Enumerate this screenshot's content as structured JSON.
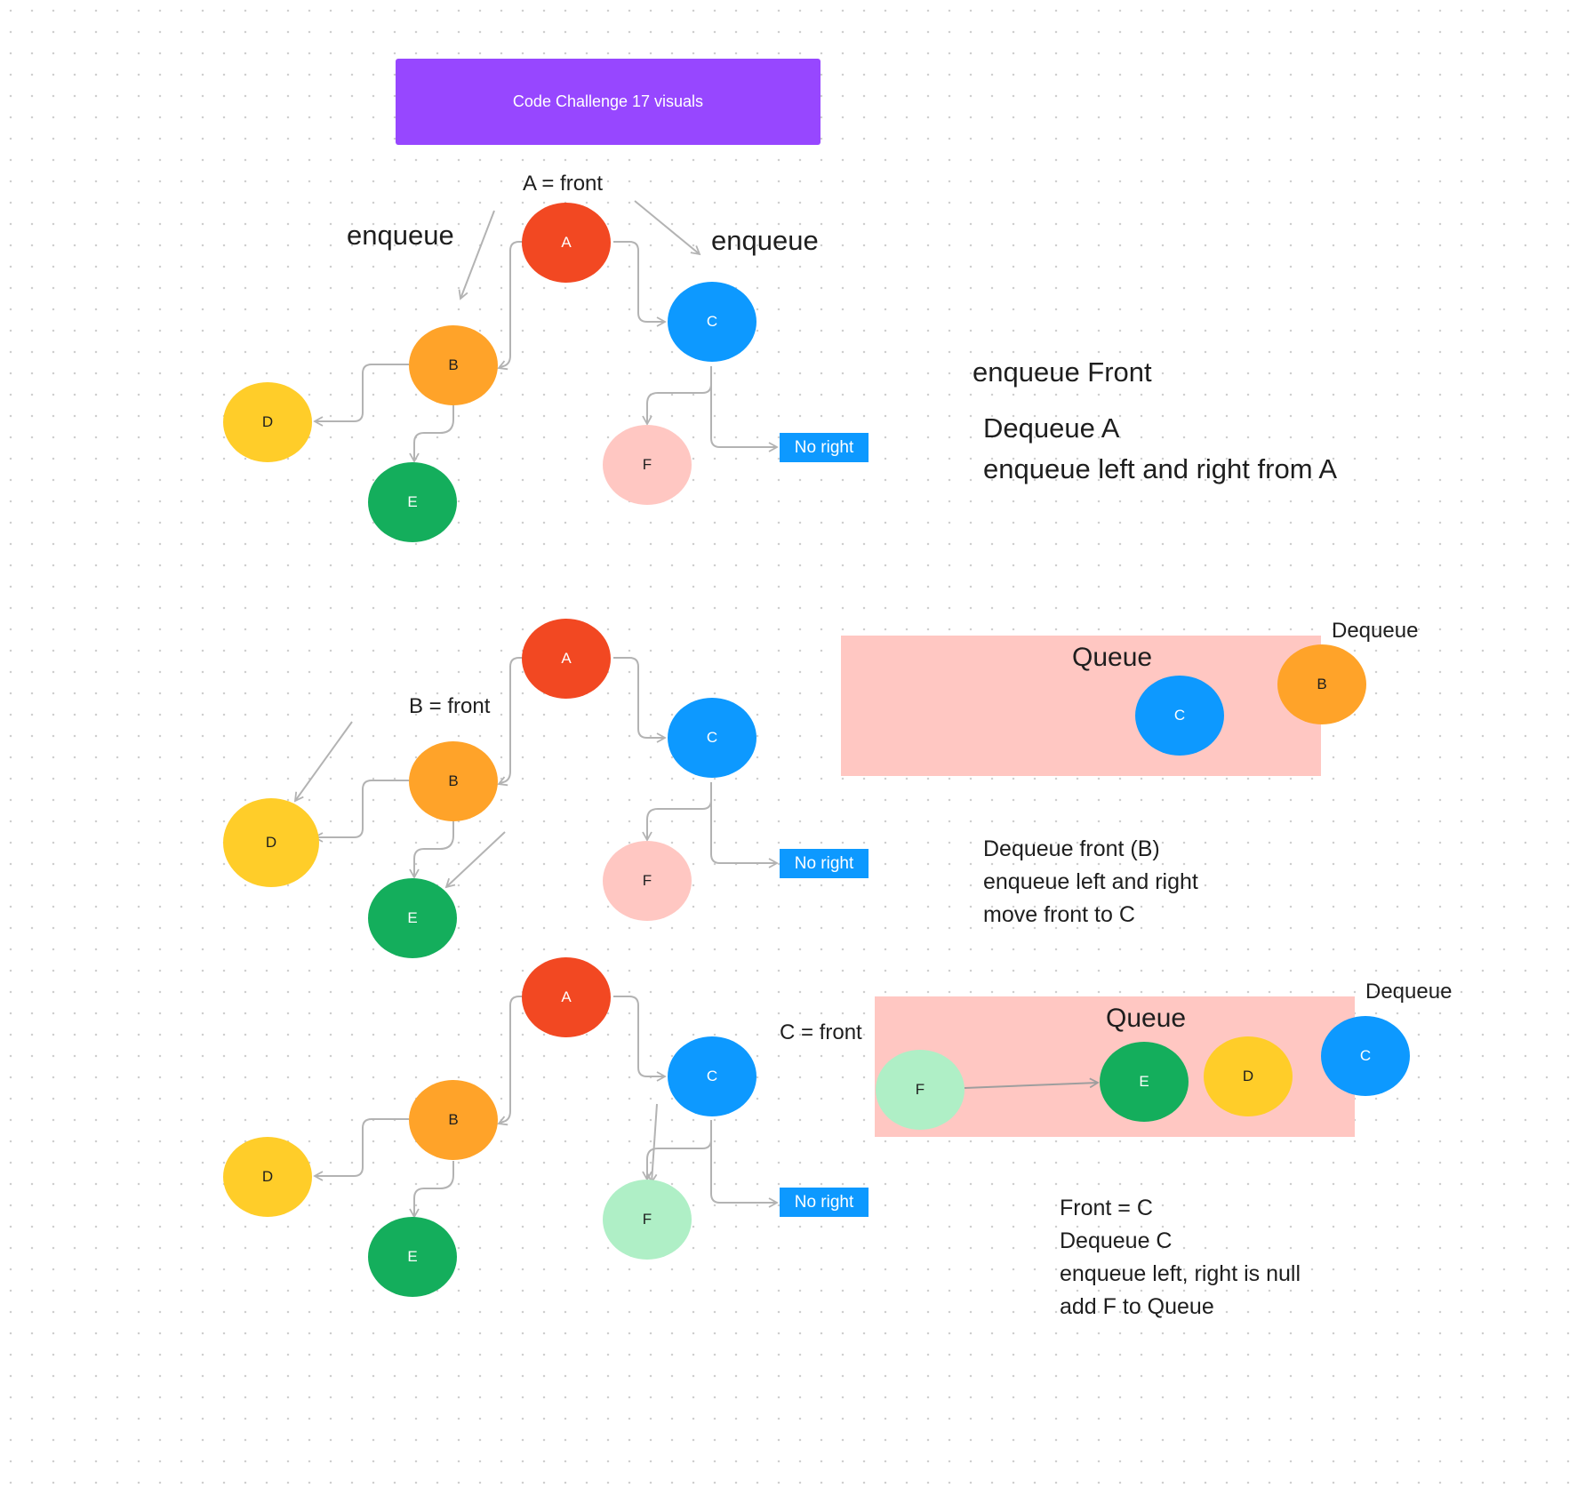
{
  "title": "Code Challenge 17 visuals",
  "colors": {
    "purple": "#9747ff",
    "red": "#f24822",
    "blue": "#0d99ff",
    "orange": "#ffa329",
    "yellow": "#ffcd29",
    "green": "#14ae5c",
    "pink": "#ffc7c2",
    "mint": "#afefc6",
    "arrow": "#b3b3b3"
  },
  "tree_nodes": [
    "A",
    "B",
    "C",
    "D",
    "E",
    "F"
  ],
  "no_right_label": "No right",
  "section1": {
    "front_label": "A = front",
    "enqueue_left": "enqueue",
    "enqueue_right": "enqueue",
    "notes_title": "enqueue Front",
    "notes": [
      "Dequeue A",
      "enqueue left and right from A"
    ]
  },
  "section2": {
    "front_label": "B = front",
    "queue_label": "Queue",
    "queue_items": [
      "C"
    ],
    "dequeue_label": "Dequeue",
    "dequeued": "B",
    "notes": [
      "Dequeue front (B)",
      "enqueue left and right",
      "move front  to C"
    ]
  },
  "section3": {
    "front_label": "C = front",
    "queue_label": "Queue",
    "queue_items": [
      "F",
      "E",
      "D"
    ],
    "dequeue_label": "Dequeue",
    "dequeued": "C",
    "notes": [
      "Front = C",
      "Dequeue C",
      "enqueue left, right is null",
      "add F to Queue"
    ]
  }
}
